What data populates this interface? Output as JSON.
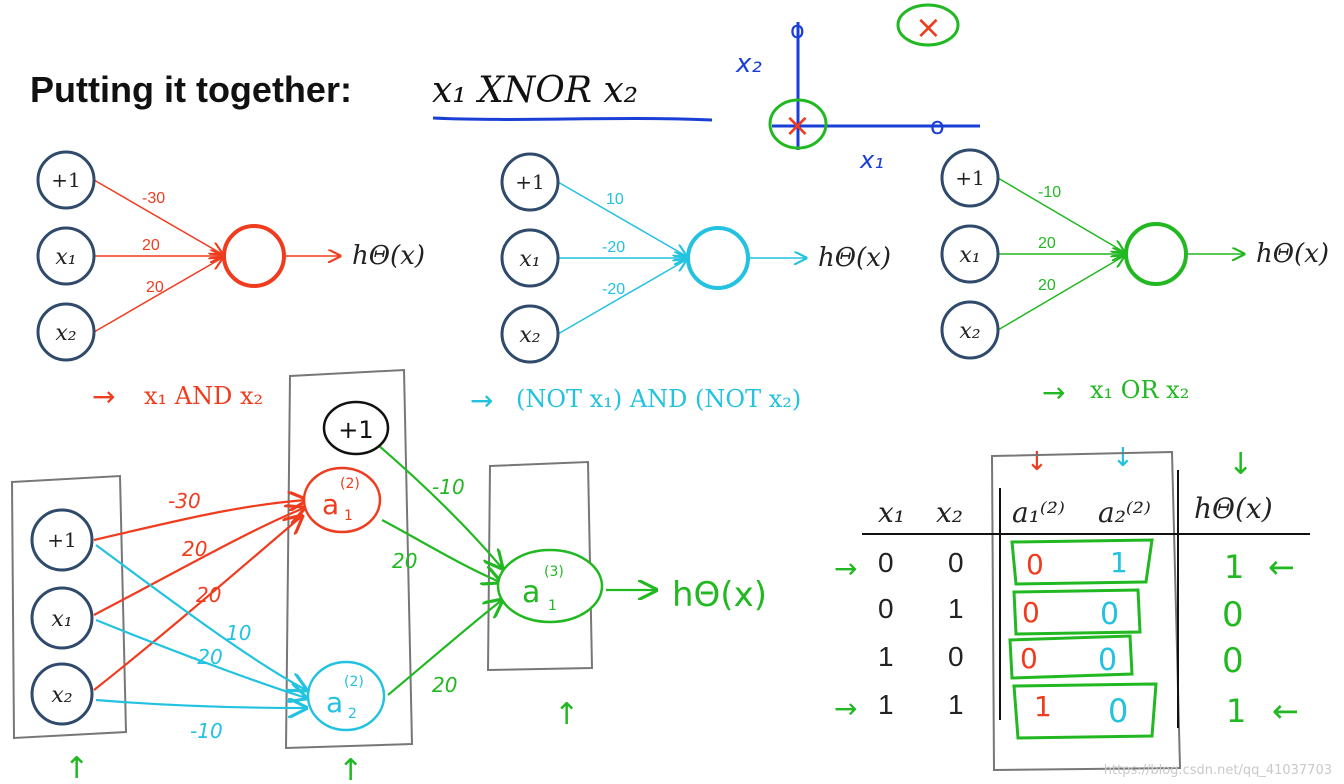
{
  "title": {
    "bold": "Putting it together:",
    "math": "x₁ XNOR x₂"
  },
  "colors": {
    "and": "#f03c1e",
    "not": "#22c2e0",
    "or": "#22b822",
    "dark": "#2f4a6b",
    "ink": "#1a1a1a",
    "blue_ink": "#1a3fd6"
  },
  "plot_sketch": {
    "x_axis_label": "x₁",
    "y_axis_label": "x₂",
    "mark_x": "×",
    "mark_o": "o"
  },
  "networks": [
    {
      "id": "and",
      "inputs": [
        "+1",
        "x₁",
        "x₂"
      ],
      "weights": [
        "-30",
        "20",
        "20"
      ],
      "output": "hΘ(x)",
      "caption": "x₁ AND x₂",
      "arrow": "→"
    },
    {
      "id": "not",
      "inputs": [
        "+1",
        "x₁",
        "x₂"
      ],
      "weights": [
        "10",
        "-20",
        "-20"
      ],
      "output": "hΘ(x)",
      "caption": "(NOT x₁) AND (NOT x₂)",
      "arrow": "→"
    },
    {
      "id": "or",
      "inputs": [
        "+1",
        "x₁",
        "x₂"
      ],
      "weights": [
        "-10",
        "20",
        "20"
      ],
      "output": "hΘ(x)",
      "caption": "x₁ OR x₂",
      "arrow": "→"
    }
  ],
  "combined_network": {
    "inputs": [
      "+1",
      "x₁",
      "x₂"
    ],
    "hidden_bias": "+1",
    "hidden1": {
      "base": "a",
      "sub": "1",
      "sup": "(2)"
    },
    "hidden2": {
      "base": "a",
      "sub": "2",
      "sup": "(2)"
    },
    "output_node": {
      "base": "a",
      "sub": "1",
      "sup": "(3)"
    },
    "output": "hΘ(x)",
    "weights_red": [
      "-30",
      "20",
      "20"
    ],
    "weights_blue": [
      "10",
      "-20",
      "-10"
    ],
    "weights_green": [
      "-10",
      "20",
      "20"
    ],
    "up_arrow": "↑"
  },
  "truth_table": {
    "headers": [
      "x₁",
      "x₂",
      "a₁⁽²⁾",
      "a₂⁽²⁾",
      "hΘ(x)"
    ],
    "rows": [
      [
        "0",
        "0",
        "0",
        "1",
        "1"
      ],
      [
        "0",
        "1",
        "0",
        "0",
        "0"
      ],
      [
        "1",
        "0",
        "0",
        "0",
        "0"
      ],
      [
        "1",
        "1",
        "1",
        "0",
        "1"
      ]
    ],
    "arrows": [
      "↓",
      "↓",
      "↓"
    ],
    "row_arrow": "→",
    "left_arrow": "←"
  },
  "watermark": "https://blog.csdn.net/qq_41037703"
}
